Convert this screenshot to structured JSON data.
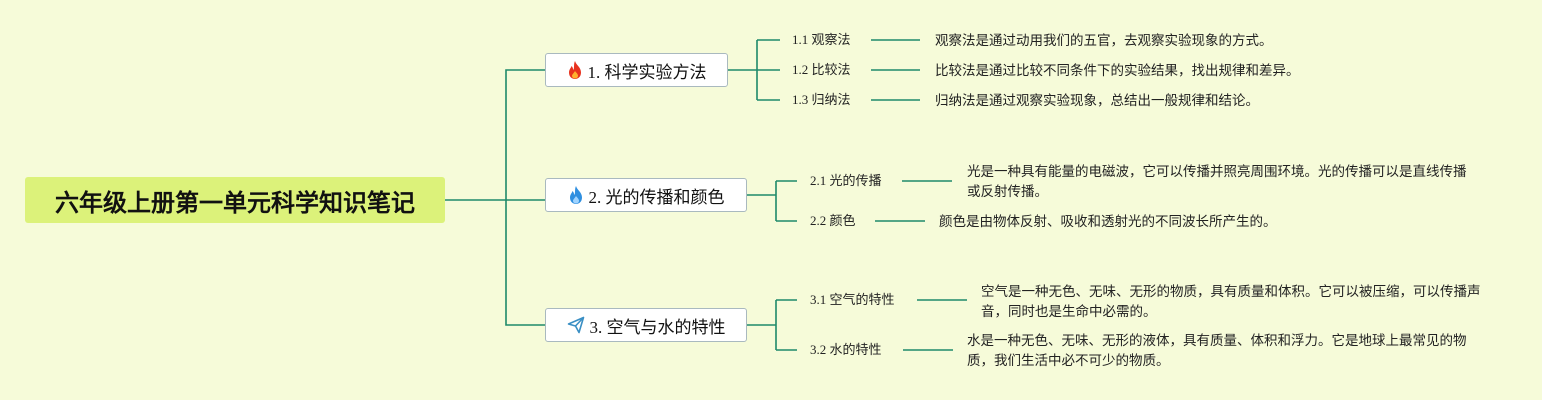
{
  "root": {
    "title": "六年级上册第一单元科学知识笔记"
  },
  "branches": [
    {
      "label": "1. 科学实验方法",
      "icon": "fire-icon",
      "children": [
        {
          "label": "1.1 观察法",
          "desc": "观察法是通过动用我们的五官，去观察实验现象的方式。"
        },
        {
          "label": "1.2 比较法",
          "desc": "比较法是通过比较不同条件下的实验结果，找出规律和差异。"
        },
        {
          "label": "1.3 归纳法",
          "desc": "归纳法是通过观察实验现象，总结出一般规律和结论。"
        }
      ]
    },
    {
      "label": "2. 光的传播和颜色",
      "icon": "water-drop-icon",
      "children": [
        {
          "label": "2.1 光的传播",
          "desc": "光是一种具有能量的电磁波，它可以传播并照亮周围环境。光的传播可以是直线传播或反射传播。"
        },
        {
          "label": "2.2 颜色",
          "desc": "颜色是由物体反射、吸收和透射光的不同波长所产生的。"
        }
      ]
    },
    {
      "label": "3. 空气与水的特性",
      "icon": "paper-plane-icon",
      "children": [
        {
          "label": "3.1 空气的特性",
          "desc": "空气是一种无色、无味、无形的物质，具有质量和体积。它可以被压缩，可以传播声音，同时也是生命中必需的。"
        },
        {
          "label": "3.2 水的特性",
          "desc": "水是一种无色、无味、无形的液体，具有质量、体积和浮力。它是地球上最常见的物质，我们生活中必不可少的物质。"
        }
      ]
    }
  ],
  "colors": {
    "background": "#f6fbd9",
    "root_fill": "#dcf27a",
    "connector": "#1e8a6a",
    "fire": "#e8321e",
    "drop": "#2f8fe0",
    "plane": "#3a8fc4"
  }
}
